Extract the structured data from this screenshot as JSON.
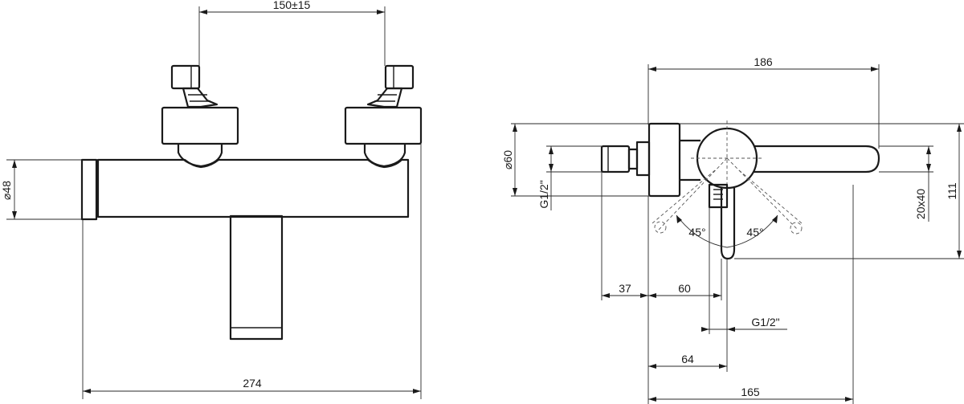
{
  "front_view": {
    "top_spacing": "150±15",
    "body_diameter": "⌀48",
    "overall_width": "274"
  },
  "side_view": {
    "width_186": "186",
    "diameter_60": "⌀60",
    "thread_left": "G1/2\"",
    "height_111": "111",
    "handle_size": "20x40",
    "angle_left": "45°",
    "angle_right": "45°",
    "dim_37": "37",
    "dim_60": "60",
    "thread_bottom": "G1/2\"",
    "dim_64": "64",
    "dim_165": "165"
  }
}
